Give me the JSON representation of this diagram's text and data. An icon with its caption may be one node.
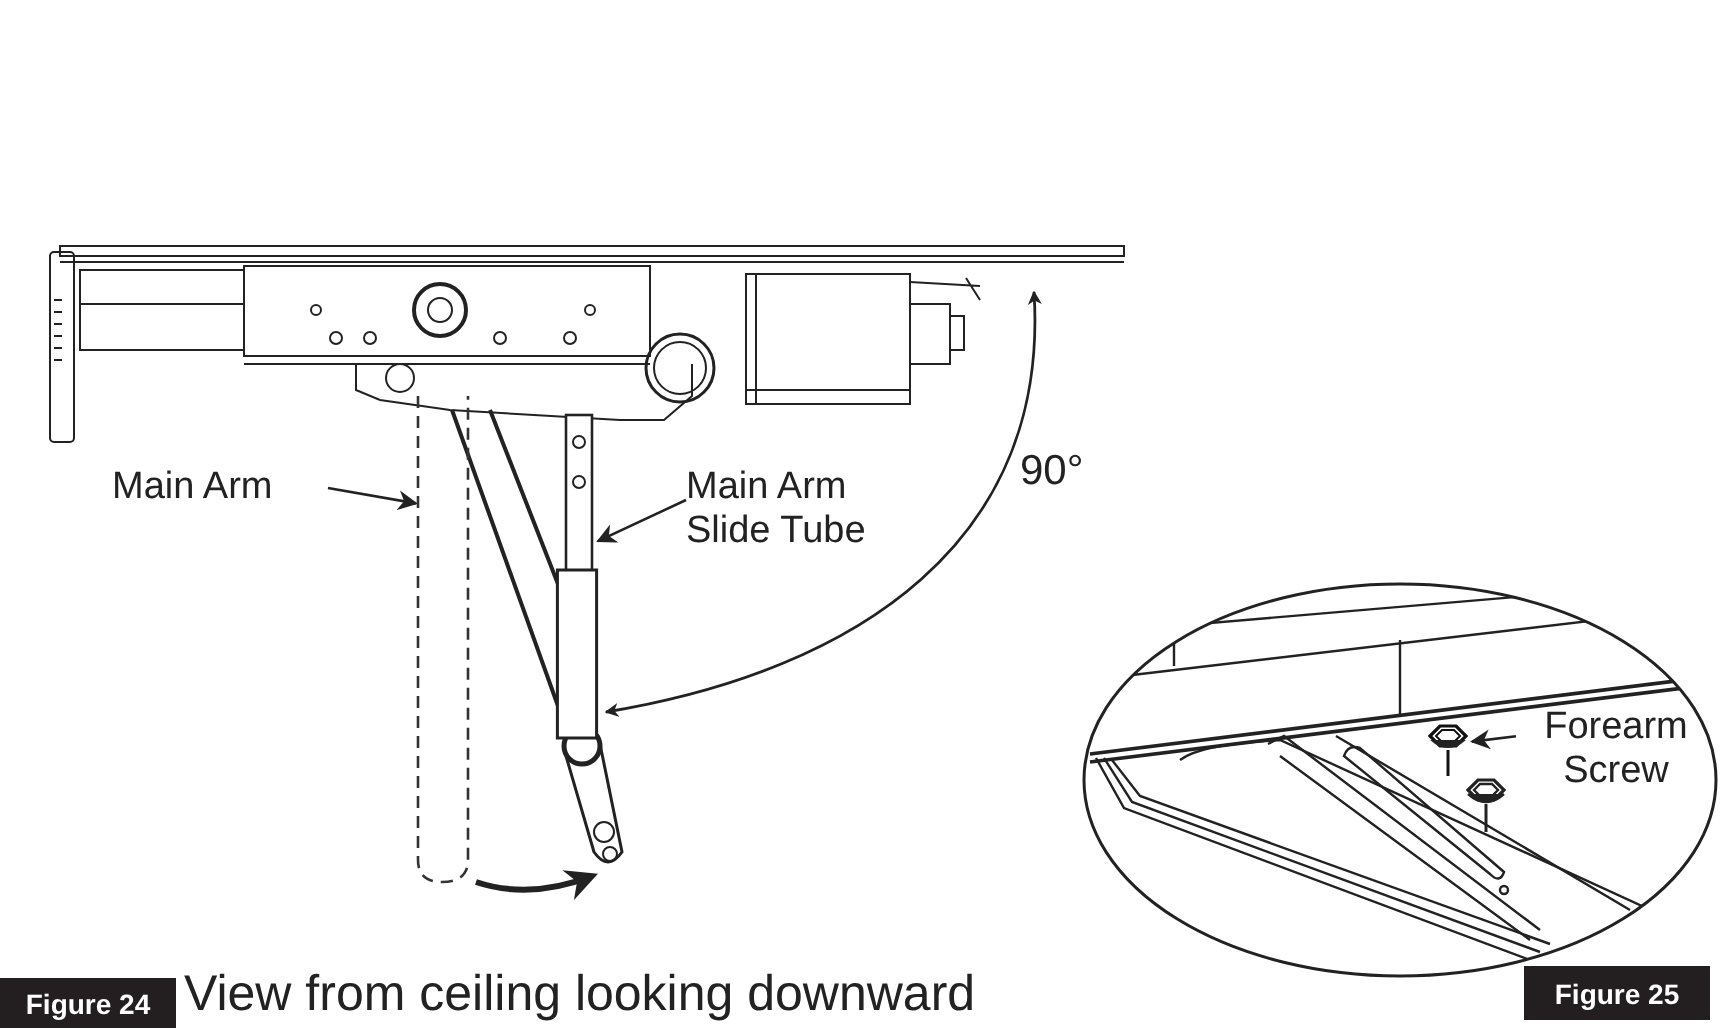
{
  "diagram": {
    "nodes": [
      {
        "text": [
          "Main Arm"
        ]
      },
      {
        "text": [],
        "shape": "bar"
      },
      {
        "text": [
          "Main Arm Slide Tube"
        ]
      },
      {
        "text": [],
        "shape": "bar"
      },
      {
        "text": [
          "Forearm Screw"
        ]
      },
      {
        "text": [],
        "shape": "picture"
      }
    ],
    "edges": [
      {
        "from": 0,
        "to": 1,
        "arrow": "to"
      },
      {
        "from": 2,
        "to": 3,
        "arrow": "to"
      },
      {
        "from": 4,
        "to": 5,
        "arrow": "to"
      }
    ],
    "labels": [
      "90°",
      "Figure 24",
      "View from ceiling looking downward",
      "Figure 25"
    ]
  }
}
